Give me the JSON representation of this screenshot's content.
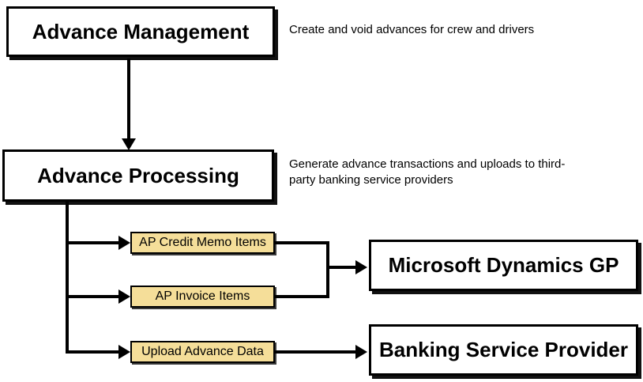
{
  "nodes": {
    "advance_management": {
      "label": "Advance Management",
      "description": "Create and void advances for crew and drivers"
    },
    "advance_processing": {
      "label": "Advance Processing",
      "description": "Generate advance transactions and uploads to third-party banking service providers"
    },
    "ap_credit_memo_items": {
      "label": "AP Credit Memo Items"
    },
    "ap_invoice_items": {
      "label": "AP Invoice Items"
    },
    "upload_advance_data": {
      "label": "Upload Advance Data"
    },
    "microsoft_dynamics_gp": {
      "label": "Microsoft Dynamics GP"
    },
    "banking_service_provider": {
      "label": "Banking Service Provider"
    }
  },
  "colors": {
    "box_fill": "#FFFFFF",
    "box_border": "#000000",
    "process_fill": "#F5DE99",
    "connector": "#000000",
    "text": "#000000"
  },
  "edges": [
    {
      "from": "Advance Management",
      "to": "Advance Processing"
    },
    {
      "from": "Advance Processing",
      "to": "AP Credit Memo Items"
    },
    {
      "from": "Advance Processing",
      "to": "AP Invoice Items"
    },
    {
      "from": "Advance Processing",
      "to": "Upload Advance Data"
    },
    {
      "from": "AP Credit Memo Items",
      "to": "Microsoft Dynamics GP"
    },
    {
      "from": "AP Invoice Items",
      "to": "Microsoft Dynamics GP"
    },
    {
      "from": "Upload Advance Data",
      "to": "Banking Service Provider"
    }
  ]
}
